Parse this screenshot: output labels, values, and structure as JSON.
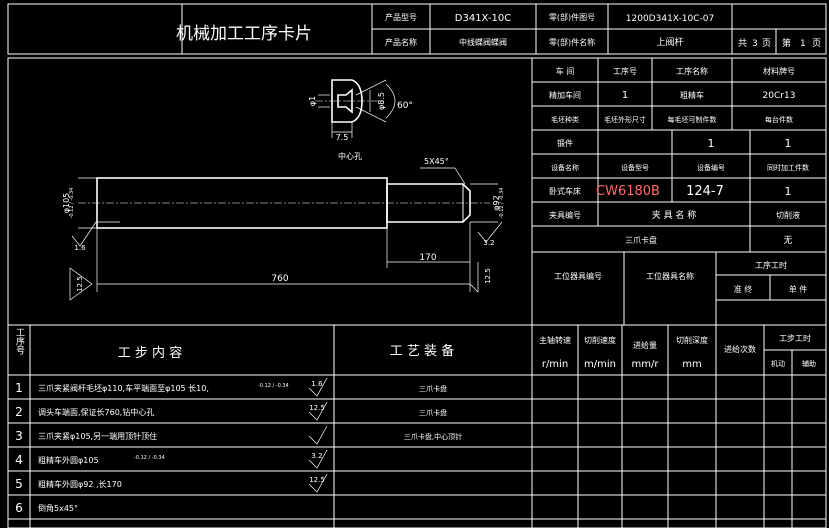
{
  "header": {
    "title": "机械加工工序卡片",
    "product_code_label": "产品型号",
    "product_code": "D341X-10C",
    "part_code_label": "零(部)件图号",
    "part_code": "1200D341X-10C-07",
    "product_name_label": "产品名称",
    "product_name": "中线蝶阀蝶阀",
    "part_name_label": "零(部)件名称",
    "part_name": "上阀杆",
    "total_pages_prefix": "共",
    "total_pages": "3",
    "page_unit_1": "页",
    "page_prefix": "第",
    "page_no": "1",
    "page_unit_2": "页"
  },
  "info": {
    "workshop_label": "车 间",
    "process_no_label": "工序号",
    "process_name_label": "工序名称",
    "material_label": "材料牌号",
    "workshop_value": "精加车间",
    "process_no": "1",
    "process_name": "粗精车",
    "material": "20Cr13",
    "blank_type_label": "毛坯种类",
    "blank_size_label": "毛坯外形尺寸",
    "blank_per_label": "每毛坯可制件数",
    "pieces_label": "每台件数",
    "blank_type": "锻件",
    "blank_per": "1",
    "pieces": "1",
    "equip_name_label": "设备名称",
    "equip_model_label": "设备型号",
    "equip_no_label": "设备编号",
    "concurrent_label": "同时加工件数",
    "equip_name": "卧式车床",
    "equip_model": "CW6180B",
    "equip_no": "124-7",
    "concurrent": "1",
    "fixture_no_label": "夹具编号",
    "fixture_name_label": "夹 具 名 称",
    "coolant_label": "切削液",
    "fixture_name": "三爪卡盘",
    "coolant": "无",
    "station_tool_no_label": "工位器具编号",
    "station_tool_name_label": "工位器具名称",
    "process_time_label": "工序工时",
    "prep_time_label": "准 终",
    "unit_time_label": "单 件"
  },
  "drawing": {
    "dia_small": "φ1",
    "dia_hole": "φ8.5",
    "angle": "60°",
    "len_75": "7.5",
    "center_hole": "中心孔",
    "chamfer": "5X45°",
    "dia_large": "φ105",
    "tol_large": "-0.12 / -0.34",
    "dia_step": "φ92",
    "tol_step": "-0.12 / -0.34",
    "len_total": "760",
    "len_step": "170",
    "rough_16": "1.6",
    "rough_32": "3.2",
    "rough_125a": "12.5",
    "rough_125b": "12.5"
  },
  "steps_header": {
    "step_no_label": "工序号",
    "step_content_label": "工 步 内 容",
    "equipment_label": "工 艺 装 备",
    "spindle_label": "主轴转速",
    "spindle_unit": "r/min",
    "speed_label": "切削速度",
    "speed_unit": "m/min",
    "feed_label": "进给量",
    "feed_unit": "mm/r",
    "depth_label": "切削深度",
    "depth_unit": "mm",
    "passes_label": "进给次数",
    "step_time_label": "工步工时",
    "machine_time_label": "机动",
    "aux_time_label": "辅助"
  },
  "steps": [
    {
      "no": "1",
      "content": "三爪夹紧阀杆毛坯φ110,车平端面至φ105 长10,",
      "tol": "-0.12 / -0.34",
      "rough": "1.6",
      "equipment": "三爪卡盘"
    },
    {
      "no": "2",
      "content": "调头车端面,保证长760,钻中心孔",
      "tol": "",
      "rough": "12.5",
      "equipment": "三爪卡盘"
    },
    {
      "no": "3",
      "content": "三爪夹紧φ105,另一端用顶针顶住",
      "tol": "",
      "rough": "",
      "equipment": "三爪卡盘,中心顶针"
    },
    {
      "no": "4",
      "content": "粗精车外圆φ105",
      "tol": "-0.12 / -0.34",
      "rough": "3.2",
      "equipment": ""
    },
    {
      "no": "5",
      "content": "粗精车外圆φ92 ,长170",
      "tol": "",
      "rough": "12.5",
      "equipment": ""
    },
    {
      "no": "6",
      "content": "倒角5x45°",
      "tol": "",
      "rough": "",
      "equipment": ""
    }
  ]
}
